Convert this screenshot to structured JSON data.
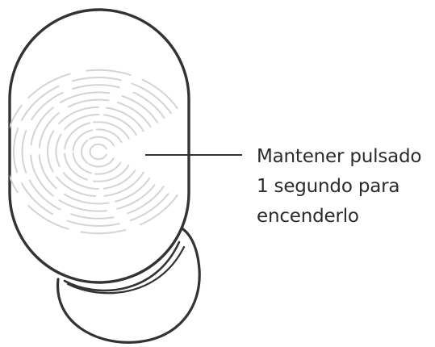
{
  "instruction": {
    "lines": [
      "Mantener pulsado",
      "1 segundo para",
      "encenderlo"
    ]
  },
  "icons": {
    "device": "earbud-illustration-icon",
    "fingerprint": "fingerprint-icon"
  },
  "colors": {
    "outline": "#333333",
    "fingerprint": "#d4d4d4",
    "text": "#2b2b2b"
  }
}
